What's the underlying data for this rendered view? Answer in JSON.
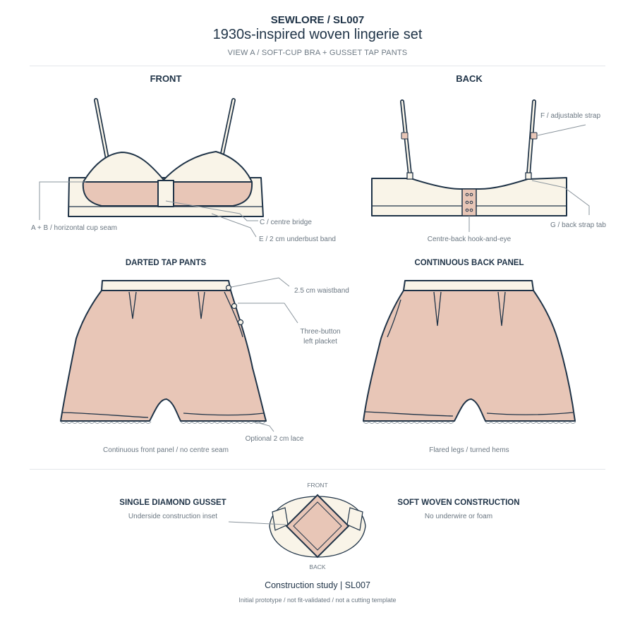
{
  "header": {
    "brand": "SEWLORE / SL007",
    "title": "1930s-inspired woven lingerie set",
    "subtitle": "VIEW A / SOFT-CUP BRA + GUSSET TAP PANTS"
  },
  "bra_front": {
    "heading": "FRONT",
    "callouts": {
      "cup_seam": "A + B / horizontal cup seam",
      "centre_bridge": "C / centre bridge",
      "underbust_band": "E / 2 cm underbust band"
    }
  },
  "bra_back": {
    "heading": "BACK",
    "callouts": {
      "adjustable_strap": "F / adjustable strap",
      "back_strap_tab": "G / back strap tab",
      "hook_and_eye": "Centre-back hook-and-eye"
    }
  },
  "pants_front": {
    "heading": "DARTED TAP PANTS",
    "callouts": {
      "waistband": "2.5 cm waistband",
      "placket_line1": "Three-button",
      "placket_line2": "left placket",
      "lace": "Optional 2 cm lace"
    },
    "caption": "Continuous front panel / no centre seam"
  },
  "pants_back": {
    "heading": "CONTINUOUS BACK PANEL",
    "caption": "Flared legs / turned hems"
  },
  "gusset": {
    "heading": "SINGLE DIAMOND GUSSET",
    "caption": "Underside construction inset",
    "front_label": "FRONT",
    "back_label": "BACK"
  },
  "construction": {
    "heading": "SOFT WOVEN CONSTRUCTION",
    "caption": "No underwire or foam"
  },
  "footer": {
    "title": "Construction study | SL007",
    "note": "Initial prototype / not fit-validated / not a cutting template"
  },
  "colors": {
    "ink": "#1f3347",
    "cream": "#f9f4e8",
    "blush": "#e8c6b7",
    "leader": "#8a949c",
    "muted_text": "#6b7782"
  }
}
